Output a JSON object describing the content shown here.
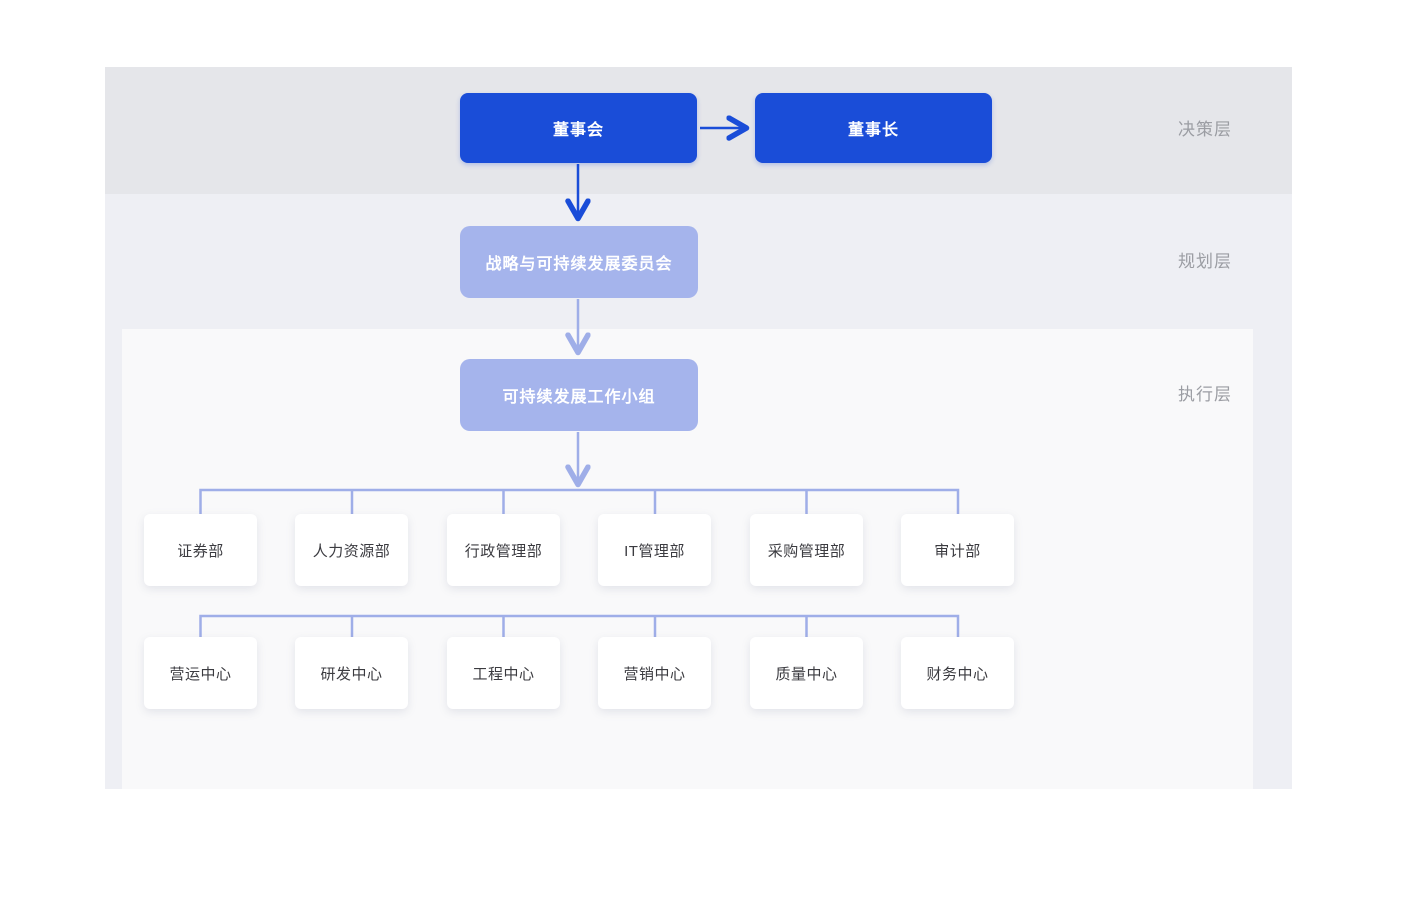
{
  "layers": {
    "decision": {
      "label": "决策层"
    },
    "planning": {
      "label": "规划层"
    },
    "execution": {
      "label": "执行层"
    }
  },
  "nodes": {
    "board": {
      "label": "董事会"
    },
    "chairman": {
      "label": "董事长"
    },
    "committee": {
      "label": "战略与可持续发展委员会"
    },
    "workgroup": {
      "label": "可持续发展工作小组"
    }
  },
  "departments": [
    "证券部",
    "人力资源部",
    "行政管理部",
    "IT管理部",
    "采购管理部",
    "审计部"
  ],
  "centers": [
    "营运中心",
    "研发中心",
    "工程中心",
    "营销中心",
    "质量中心",
    "财务中心"
  ],
  "colors": {
    "primary_node": "#1A4DD8",
    "secondary_node": "#A5B4EC",
    "connector": "#9FAEE8",
    "band_decision": "#E5E6EA",
    "band_planning": "#EEEFF4",
    "band_execution": "#F9F9FA",
    "card_background": "#FFFFFF",
    "card_text": "#3B3B40",
    "layer_label_text": "#9B9DA3"
  }
}
